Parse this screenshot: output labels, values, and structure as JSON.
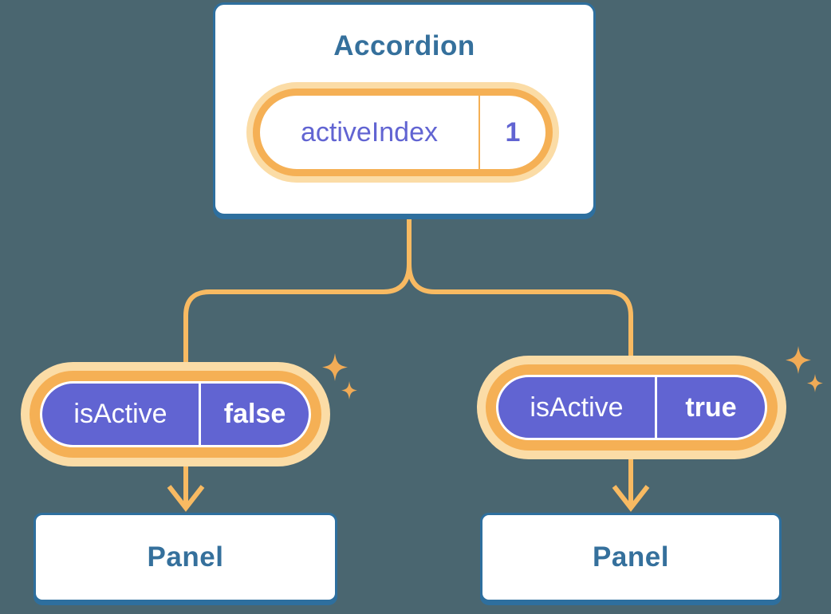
{
  "diagram": {
    "accordion": {
      "title": "Accordion",
      "state": {
        "name": "activeIndex",
        "value": "1"
      }
    },
    "props": [
      {
        "name": "isActive",
        "value": "false"
      },
      {
        "name": "isActive",
        "value": "true"
      }
    ],
    "panels": [
      {
        "label": "Panel"
      },
      {
        "label": "Panel"
      }
    ]
  },
  "icons": {
    "sparkles": "sparkle-icon"
  },
  "colors": {
    "bg": "#4A6670",
    "box-border": "#2E6F9E",
    "box-text": "#35709C",
    "purple": "#6164D2",
    "orange-ring": "#F5B055",
    "orange-line": "#F8BA62",
    "glow": "#FBDCA6",
    "sparkle": "#F1AB56",
    "white": "#FFFFFF"
  }
}
